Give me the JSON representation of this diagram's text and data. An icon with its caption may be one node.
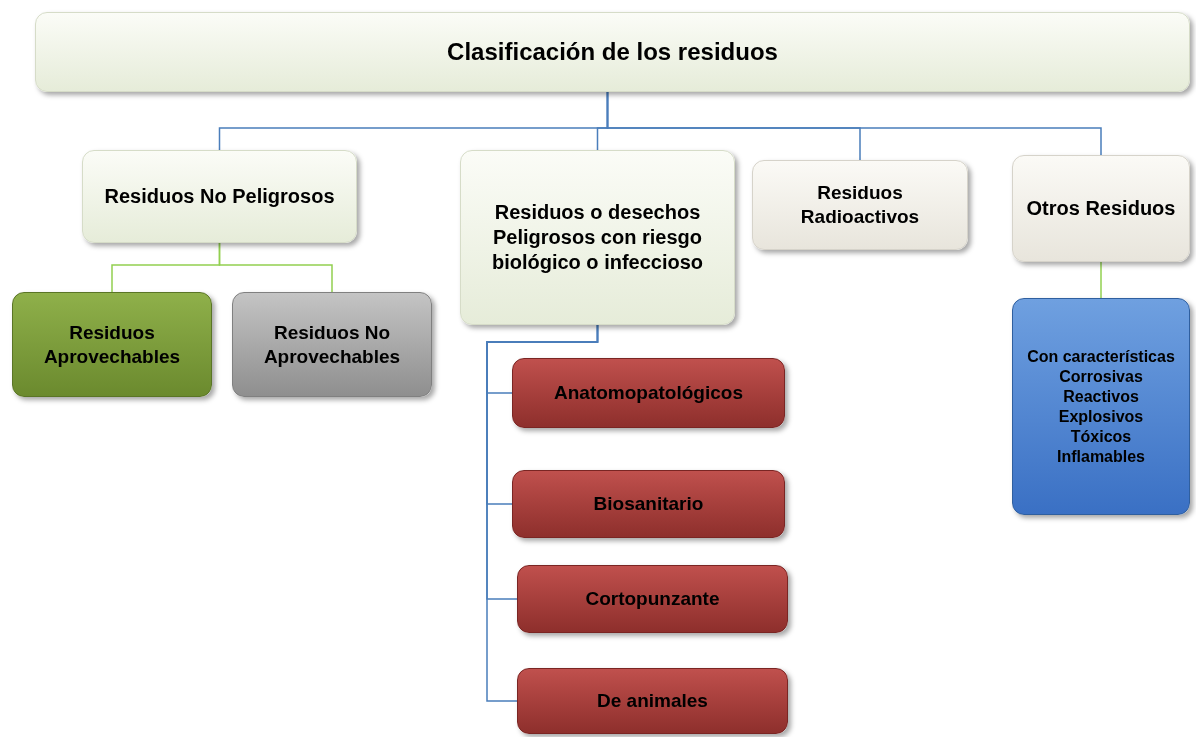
{
  "diagram": {
    "nodes": [
      {
        "text": [
          "Clasificación de los residuos"
        ]
      },
      {
        "text": [
          "Residuos No Peligrosos"
        ]
      },
      {
        "text": [
          "Residuos o desechos Peligrosos con riesgo biológico o infeccioso"
        ]
      },
      {
        "text": [
          "Residuos Radioactivos"
        ]
      },
      {
        "text": [
          "Otros Residuos"
        ]
      },
      {
        "text": [
          "Residuos Aprovechables"
        ]
      },
      {
        "text": [
          "Residuos No Aprovechables"
        ]
      },
      {
        "text": [
          "Anatomopatológicos"
        ]
      },
      {
        "text": [
          "Biosanitario"
        ]
      },
      {
        "text": [
          "Cortopunzante"
        ]
      },
      {
        "text": [
          "De animales"
        ]
      },
      {
        "text": [
          "Con características",
          "Corrosivas",
          "Reactivos",
          "Explosivos",
          "Tóxicos",
          "Inflamables"
        ]
      }
    ],
    "edges": [
      {
        "from": 0,
        "to": 1,
        "arrow": "none"
      },
      {
        "from": 0,
        "to": 2,
        "arrow": "none"
      },
      {
        "from": 0,
        "to": 3,
        "arrow": "none"
      },
      {
        "from": 0,
        "to": 4,
        "arrow": "none"
      },
      {
        "from": 1,
        "to": 5,
        "arrow": "none",
        "color": "#92d050"
      },
      {
        "from": 1,
        "to": 6,
        "arrow": "none",
        "color": "#92d050"
      },
      {
        "from": 2,
        "to": 7,
        "arrow": "none"
      },
      {
        "from": 2,
        "to": 8,
        "arrow": "none"
      },
      {
        "from": 2,
        "to": 9,
        "arrow": "none"
      },
      {
        "from": 2,
        "to": 10,
        "arrow": "none"
      },
      {
        "from": 4,
        "to": 11,
        "arrow": "none",
        "color": "#92d050"
      }
    ]
  }
}
